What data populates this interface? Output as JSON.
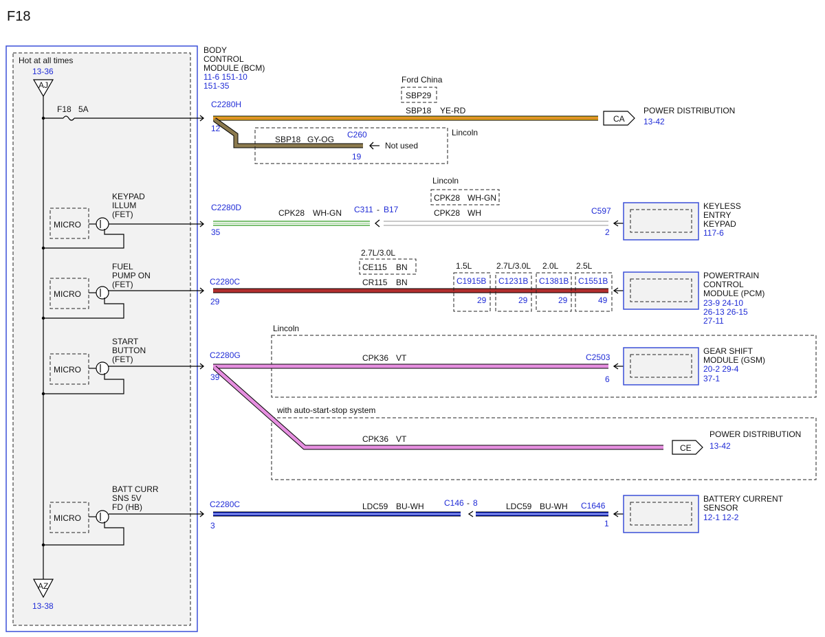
{
  "page": {
    "title": "F18"
  },
  "left_module": {
    "hot_label": "Hot at all times",
    "top_ref": "13-36",
    "top_node": "AJ",
    "fuse_label": "F18",
    "fuse_amp": "5A",
    "bottom_node": "AZ",
    "bottom_ref": "13-38",
    "micro_label": "MICRO"
  },
  "bcm": {
    "title_lines": [
      "BODY",
      "CONTROL",
      "MODULE (BCM)"
    ],
    "ref_line1": "11-6   151-10",
    "ref_line2": "151-35"
  },
  "circuits": {
    "c1": {
      "connector": "C2280H",
      "pin": "12",
      "variant_label": "Ford China",
      "variant_circuit": "SBP29",
      "circuit": "SBP18",
      "color": "YE-RD",
      "dest_tag": "CA",
      "dest_name": "POWER DISTRIBUTION",
      "dest_ref": "13-42",
      "branch_variant": "Lincoln",
      "branch_circuit": "SBP18",
      "branch_color": "GY-OG",
      "branch_connector": "C260",
      "branch_pin": "19",
      "branch_note": "Not used"
    },
    "c2": {
      "driver_lines": [
        "KEYPAD",
        "ILLUM",
        "(FET)"
      ],
      "connector": "C2280D",
      "pin": "35",
      "circuit": "CPK28",
      "color": "WH-GN",
      "inline_a": "C311",
      "inline_b": "B17",
      "variant_label": "Lincoln",
      "variant_circuit": "CPK28",
      "variant_color": "WH-GN",
      "circuit2": "CPK28",
      "color2": "WH",
      "dest_connector": "C597",
      "dest_pin": "2",
      "dest_lines": [
        "KEYLESS",
        "ENTRY",
        "KEYPAD"
      ],
      "dest_ref": "117-6"
    },
    "c3": {
      "driver_lines": [
        "FUEL",
        "PUMP ON",
        "(FET)"
      ],
      "connector": "C2280C",
      "pin": "29",
      "variant_label": "2.7L/3.0L",
      "variant_circuit": "CE115",
      "variant_color": "BN",
      "circuit": "CR115",
      "color": "BN",
      "engines": [
        {
          "label": "1.5L",
          "connector": "C1915B",
          "pin": "29"
        },
        {
          "label": "2.7L/3.0L",
          "connector": "C1231B",
          "pin": "29"
        },
        {
          "label": "2.0L",
          "connector": "C1381B",
          "pin": "29"
        },
        {
          "label": "2.5L",
          "connector": "C1551B",
          "pin": "49"
        }
      ],
      "dest_lines": [
        "POWERTRAIN",
        "CONTROL",
        "MODULE (PCM)"
      ],
      "dest_refs": [
        "23-9   24-10",
        "26-13   26-15",
        "27-11"
      ]
    },
    "c4": {
      "driver_lines": [
        "START",
        "BUTTON",
        "(FET)"
      ],
      "connector": "C2280G",
      "pin": "39",
      "variant_label": "Lincoln",
      "circuit": "CPK36",
      "color": "VT",
      "dest_connector": "C2503",
      "dest_pin": "6",
      "dest_lines": [
        "GEAR SHIFT",
        "MODULE (GSM)"
      ],
      "dest_refs": [
        "20-2   29-4",
        "37-1"
      ],
      "branch_variant": "with auto-start-stop system",
      "branch_circuit": "CPK36",
      "branch_color": "VT",
      "branch_tag": "CE",
      "branch_dest": "POWER DISTRIBUTION",
      "branch_ref": "13-42"
    },
    "c5": {
      "driver_lines": [
        "BATT CURR",
        "SNS 5V",
        "FD (HB)"
      ],
      "connector": "C2280C",
      "pin": "3",
      "circuit": "LDC59",
      "color": "BU-WH",
      "inline_a": "C146",
      "inline_b": "8",
      "circuit2": "LDC59",
      "color2": "BU-WH",
      "dest_connector": "C1646",
      "dest_pin": "1",
      "dest_lines": [
        "BATTERY CURRENT",
        "SENSOR"
      ],
      "dest_ref": "12-1   12-2"
    }
  },
  "colors": {
    "module_border": "#3a4fd8",
    "ye_rd": "#e8b21c",
    "gy_og": "#8c7a4e",
    "wh_gn": "#7bbf72",
    "wh": "#c9c9c9",
    "bn": "#b22e2e",
    "vt": "#e68fe0",
    "bu_wh": "#1b2fd4"
  }
}
